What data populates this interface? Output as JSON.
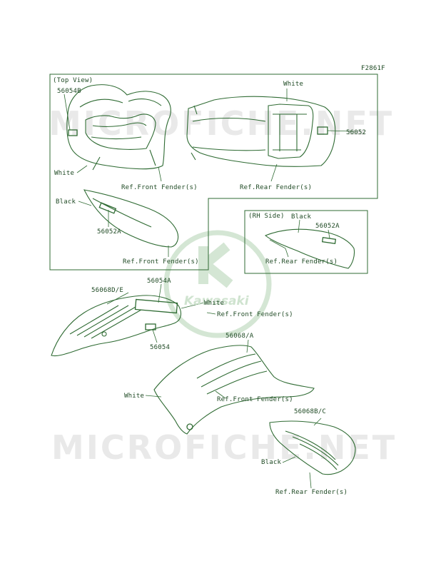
{
  "diagram_code": "F2861F",
  "watermarks": {
    "site_top": "MICROFICHE.NET",
    "site_bottom": "MICROFICHE.NET",
    "brand": "Kawasaki"
  },
  "colors": {
    "line": "#2f6b33",
    "text": "#1f4a24",
    "watermark_logo": "#cfe3cf"
  },
  "labels": {
    "top_view": "(Top View)",
    "part_56054B": "56054B",
    "white_top_center": "White",
    "part_56052_right": "56052",
    "white_left_top": "White",
    "ref_front_fender_1": "Ref.Front Fender(s)",
    "ref_rear_fender_1": "Ref.Rear Fender(s)",
    "black_left": "Black",
    "part_56052A_left": "56052A",
    "ref_front_fender_2": "Ref.Front Fender(s)",
    "rh_side": "(RH Side)",
    "black_rh": "Black",
    "part_56052A_rh": "56052A",
    "ref_rear_fender_2": "Ref.Rear Fender(s)",
    "part_56054A": "56054A",
    "part_56068DE": "56068D/E",
    "white_mid": "White",
    "ref_front_fender_3": "Ref.Front Fender(s)",
    "part_56054": "56054",
    "part_56068A": "56068/A",
    "white_lower": "White",
    "ref_front_fender_4": "Ref.Front Fender(s)",
    "part_56068BC": "56068B/C",
    "black_lower": "Black",
    "ref_rear_fender_3": "Ref.Rear Fender(s)"
  }
}
